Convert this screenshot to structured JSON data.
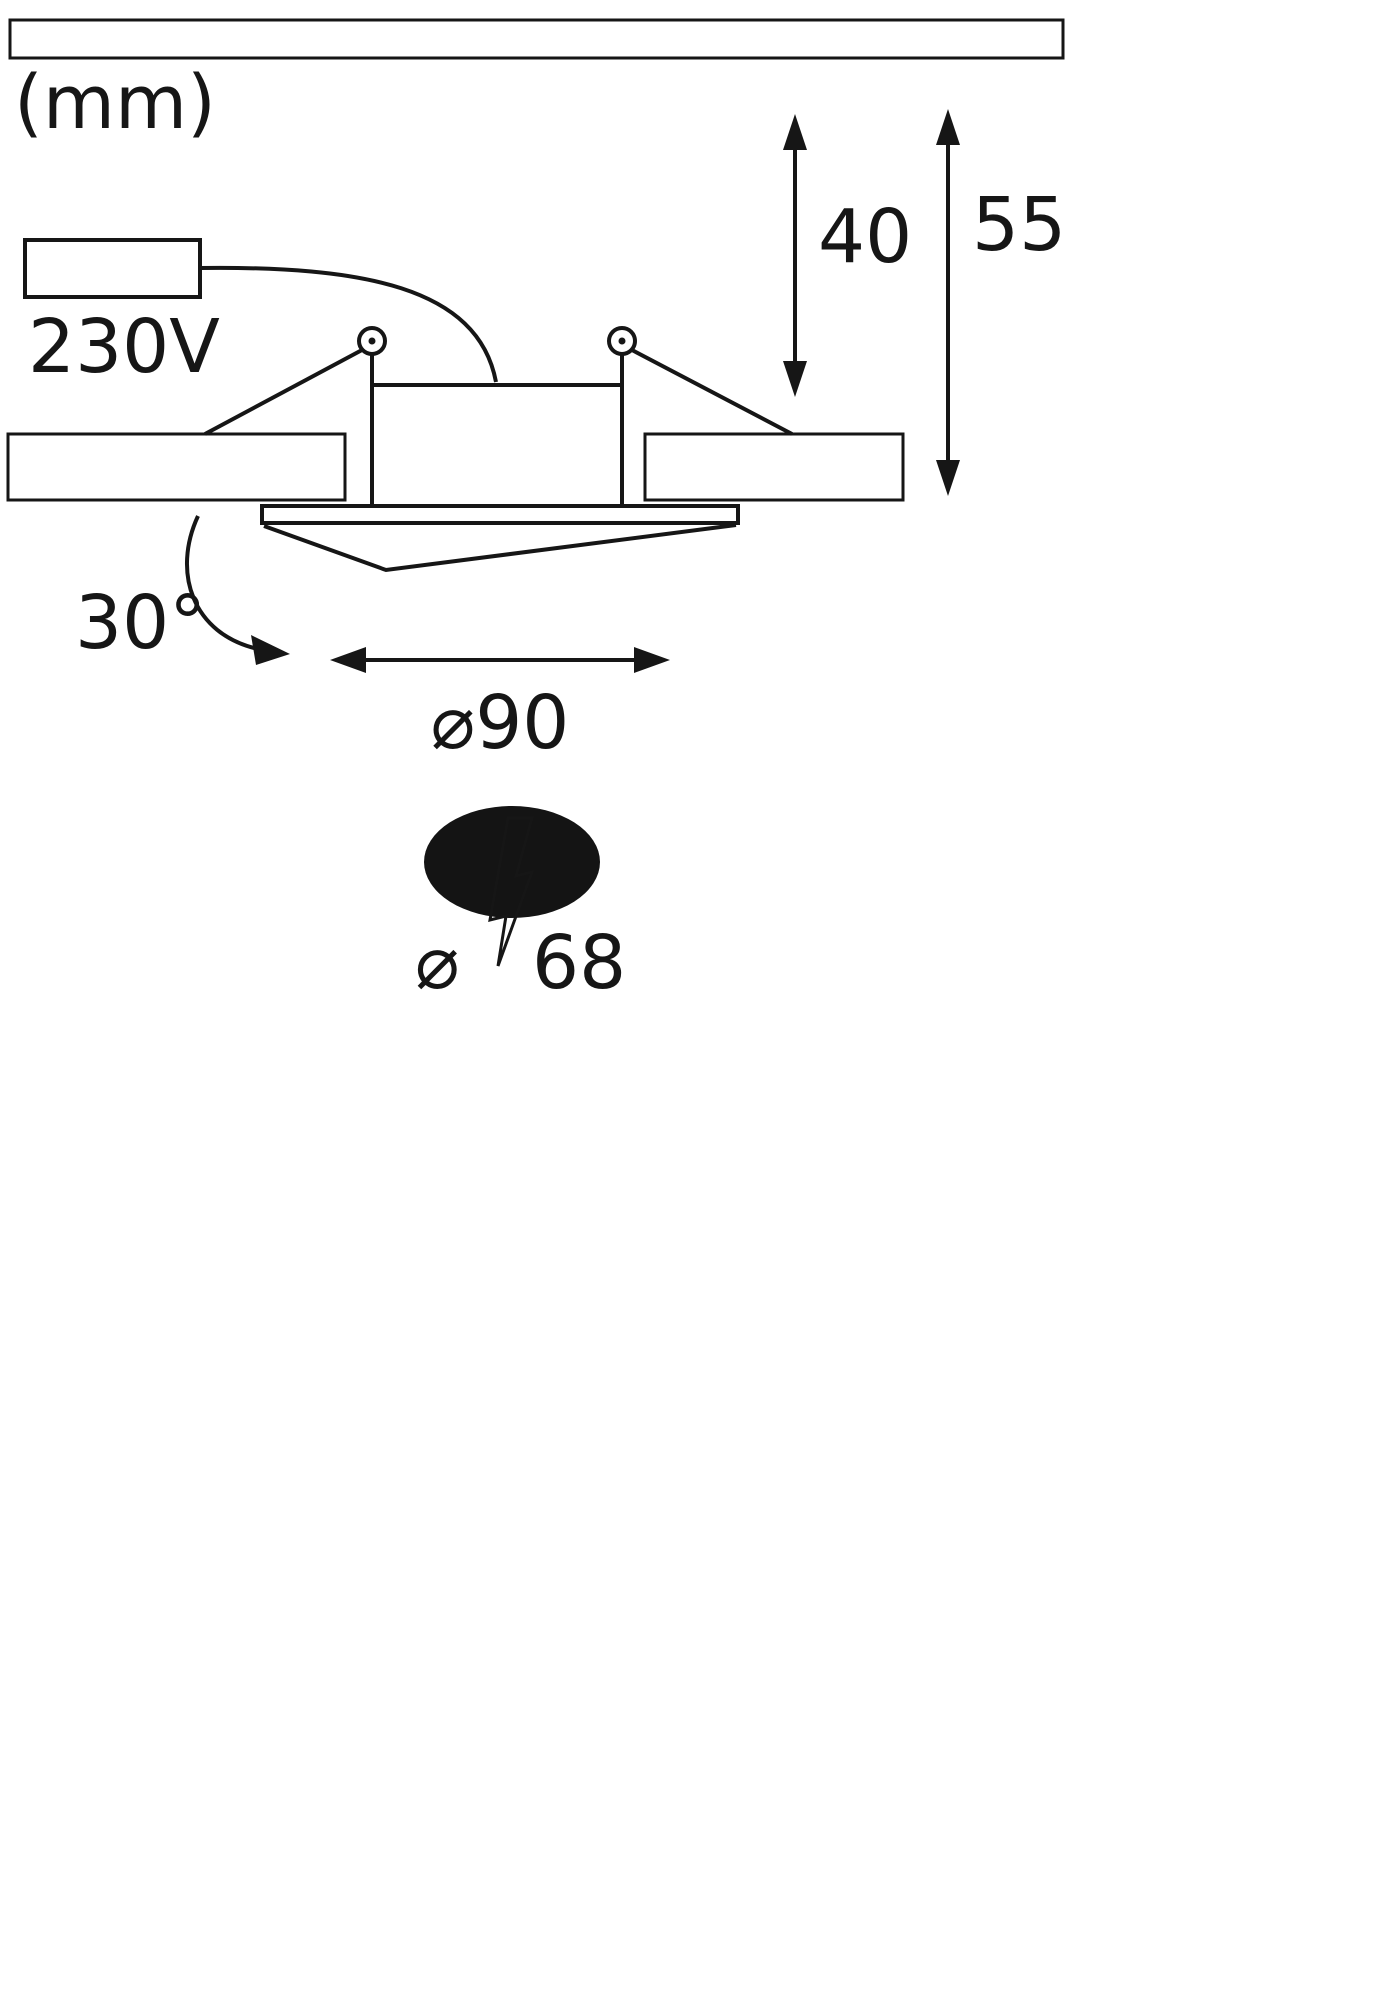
{
  "labels": {
    "unit": "(mm)",
    "voltage": "230V",
    "recess_depth": "40",
    "total_height": "55",
    "tilt_angle": "30°",
    "outer_diameter": "⌀90",
    "cutout_symbol": "⌀",
    "cutout_value": "68"
  },
  "colors": {
    "ceiling_panel": "#a9abae",
    "ceiling_block": "#7e8083",
    "cutout_fill": "#141414",
    "bolt_fill": "#b4b6b8",
    "trim_fill": "#ffffff",
    "background": "#ffffff"
  }
}
